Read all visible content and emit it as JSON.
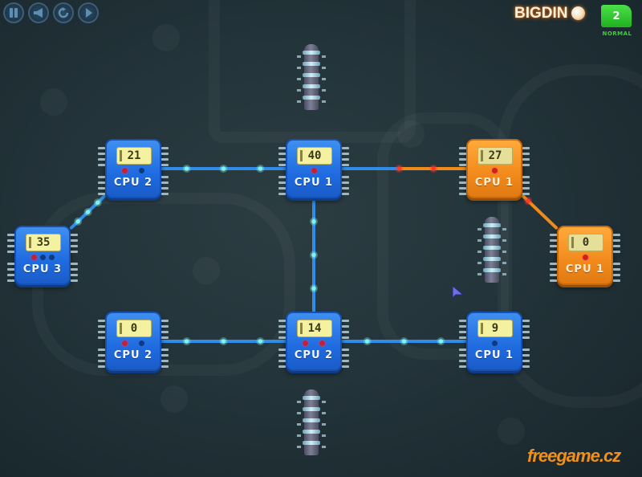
{
  "hud": {
    "buttons": [
      {
        "name": "pause",
        "icon": "pause-icon"
      },
      {
        "name": "sound",
        "icon": "speaker-icon"
      },
      {
        "name": "restart",
        "icon": "restart-icon"
      },
      {
        "name": "skip",
        "icon": "play-icon"
      }
    ],
    "logo": "BIGDIN",
    "level": "2",
    "difficulty": "NORMAL"
  },
  "colors": {
    "wire_blue": "#2f8ce8",
    "wire_orange": "#f08a1a",
    "node_cyan": "#7ff3f0",
    "node_red": "#ff3a2a",
    "chip_blue": "#1f6be0",
    "chip_orange": "#f28a1c"
  },
  "chips": [
    {
      "id": "c1",
      "value": "21",
      "label": "CPU 2",
      "team": "blue",
      "leds": [
        true,
        false
      ]
    },
    {
      "id": "c2",
      "value": "40",
      "label": "CPU 1",
      "team": "blue",
      "leds": [
        true
      ]
    },
    {
      "id": "c3",
      "value": "27",
      "label": "CPU 1",
      "team": "orange",
      "leds": [
        true
      ]
    },
    {
      "id": "c4",
      "value": "35",
      "label": "CPU 3",
      "team": "blue",
      "leds": [
        true,
        false,
        false
      ]
    },
    {
      "id": "c5",
      "value": "0",
      "label": "CPU 1",
      "team": "orange",
      "leds": [
        true
      ]
    },
    {
      "id": "c6",
      "value": "0",
      "label": "CPU 2",
      "team": "blue",
      "leds": [
        true,
        false
      ]
    },
    {
      "id": "c7",
      "value": "14",
      "label": "CPU 2",
      "team": "blue",
      "leds": [
        true,
        true
      ]
    },
    {
      "id": "c8",
      "value": "9",
      "label": "CPU 1",
      "team": "blue",
      "leds": [
        false
      ]
    }
  ],
  "links": [
    {
      "from": "c4",
      "to": "c1",
      "team": "blue"
    },
    {
      "from": "c1",
      "to": "c2",
      "team": "blue"
    },
    {
      "from": "c2",
      "to": "c3",
      "team": "contested"
    },
    {
      "from": "c3",
      "to": "c5",
      "team": "orange"
    },
    {
      "from": "c2",
      "to": "c7",
      "team": "blue"
    },
    {
      "from": "c6",
      "to": "c7",
      "team": "blue"
    },
    {
      "from": "c7",
      "to": "c8",
      "team": "blue"
    }
  ],
  "watermark": "freegame.cz"
}
